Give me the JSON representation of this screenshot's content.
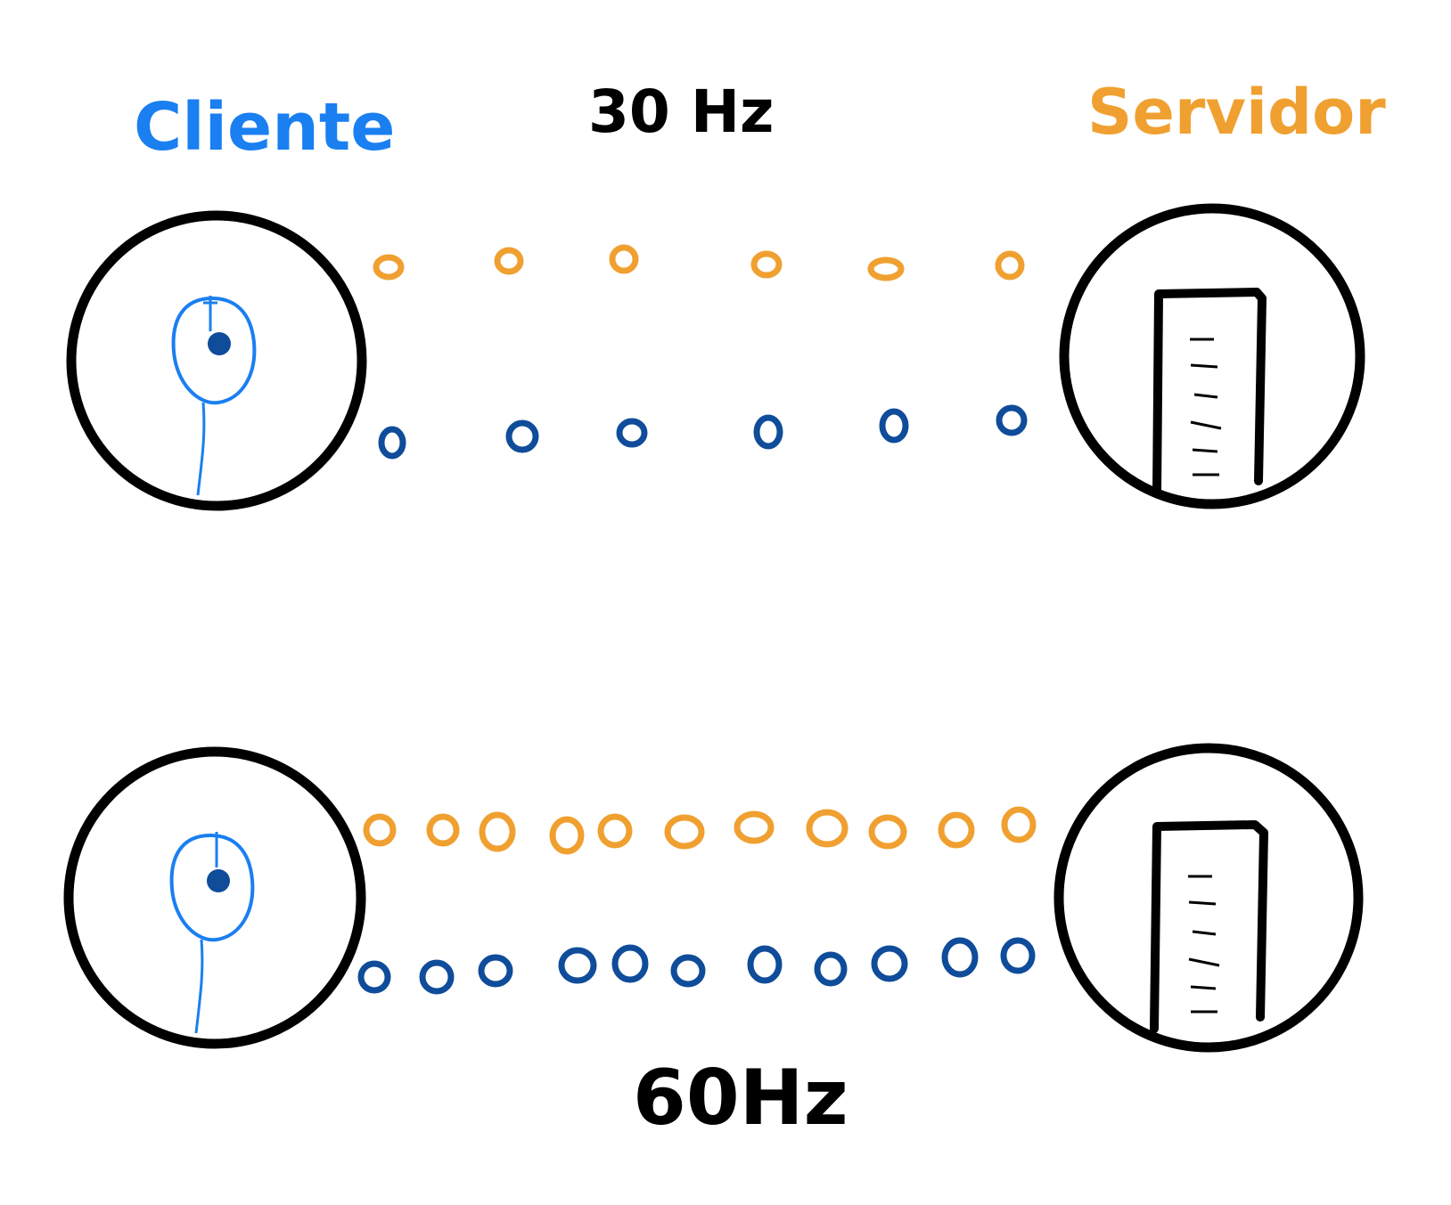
{
  "labels": {
    "client": "Cliente",
    "server": "Servidor",
    "rate_top": "30 Hz",
    "rate_bottom": "60Hz"
  },
  "colors": {
    "client": "#1a7ff0",
    "server": "#f0a030",
    "packet_down": "#f0a030",
    "packet_up": "#0f4c9a",
    "outline": "#000000",
    "player_dot": "#0f4c9a"
  },
  "icons": {
    "client": "player-icon",
    "server": "server-rack-icon"
  },
  "scenarios": [
    {
      "rate_label": "30 Hz",
      "packets_per_lane": 6
    },
    {
      "rate_label": "60Hz",
      "packets_per_lane": 11
    }
  ]
}
